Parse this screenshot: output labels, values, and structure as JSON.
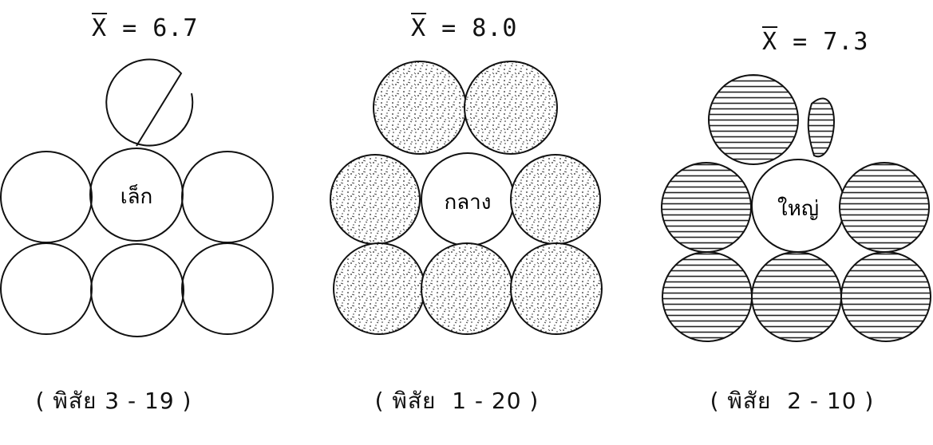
{
  "groups": [
    {
      "mean_symbol": "X",
      "mean_rest": " = 6.7",
      "center_label": "เล็ก",
      "range": "( พิสัย 3 - 19 )",
      "fill": "blank"
    },
    {
      "mean_symbol": "X",
      "mean_rest": " = 8.0",
      "center_label": "กลาง",
      "range": "( พิสัย  1 - 20 )",
      "fill": "stippled"
    },
    {
      "mean_symbol": "X",
      "mean_rest": " = 7.3",
      "center_label": "ใหญ่",
      "range": "( พิสัย  2 - 10 )",
      "fill": "hatched"
    }
  ]
}
